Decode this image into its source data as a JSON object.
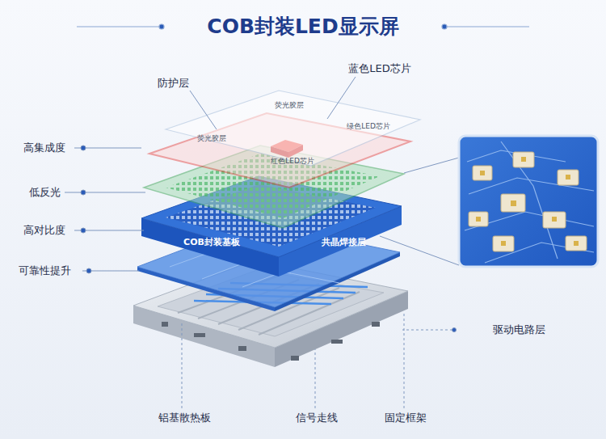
{
  "diagram": {
    "title": "COB封装LED显示屏",
    "labels": [
      "防护层",
      "蓝色LED芯片",
      "荧光胶层",
      "荧光胶层",
      "绿色LED芯片",
      "红色LED芯片",
      "高集成度",
      "低反光",
      "高对比度",
      "可靠性提升",
      "COB封装基板",
      "共晶焊接层",
      "驱动电路层",
      "铝基散热板",
      "信号走线",
      "固定框架"
    ]
  }
}
